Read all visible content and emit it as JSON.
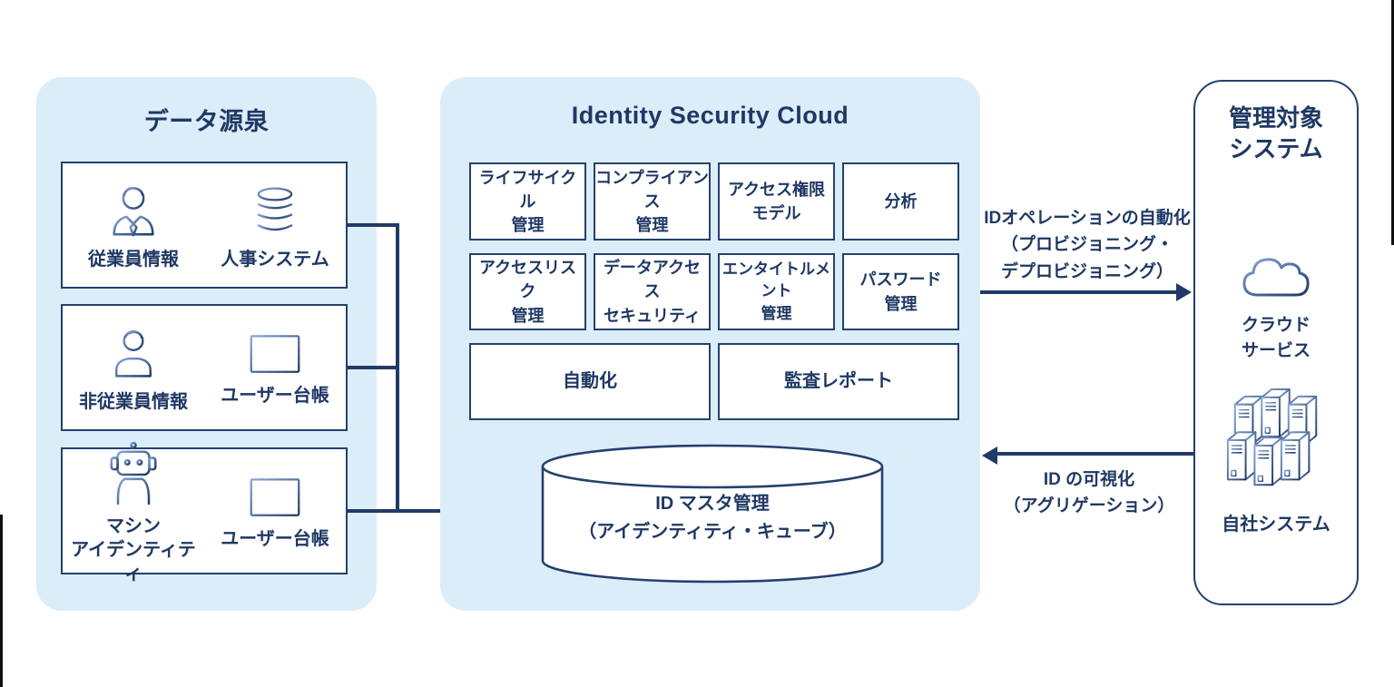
{
  "colors": {
    "panel_blue": "#dcedfa",
    "navy": "#1f3864",
    "line_navy": "#223a67",
    "box_bg": "#ffffff"
  },
  "left_panel": {
    "title": "データ源泉",
    "boxes": [
      {
        "items": [
          {
            "icon": "employee-icon",
            "lines": [
              "従業員情報"
            ]
          },
          {
            "icon": "database-icon",
            "lines": [
              "人事システム"
            ]
          }
        ]
      },
      {
        "items": [
          {
            "icon": "person-icon",
            "lines": [
              "非従業員情報"
            ]
          },
          {
            "icon": "spreadsheet-icon",
            "lines": [
              "ユーザー台帳"
            ]
          }
        ]
      },
      {
        "items": [
          {
            "icon": "robot-icon",
            "lines": [
              "マシン",
              "アイデンティティ"
            ]
          },
          {
            "icon": "spreadsheet-icon",
            "lines": [
              "ユーザー台帳"
            ]
          }
        ]
      }
    ]
  },
  "cloud_panel": {
    "title": "Identity Security Cloud",
    "grid_row1": [
      {
        "lines": [
          "ライフサイクル",
          "管理"
        ]
      },
      {
        "lines": [
          "コンプライアンス",
          "管理"
        ]
      },
      {
        "lines": [
          "アクセス権限",
          "モデル"
        ]
      },
      {
        "lines": [
          "分析"
        ]
      }
    ],
    "grid_row2": [
      {
        "lines": [
          "アクセスリスク",
          "管理"
        ]
      },
      {
        "lines": [
          "データアクセス",
          "セキュリティ"
        ]
      },
      {
        "lines": [
          "エンタイトルメント",
          "管理"
        ]
      },
      {
        "lines": [
          "パスワード",
          "管理"
        ]
      }
    ],
    "grid_row3": [
      {
        "lines": [
          "自動化"
        ]
      },
      {
        "lines": [
          "監査レポート"
        ]
      }
    ],
    "cylinder": {
      "lines": [
        "ID マスタ管理",
        "（アイデンティティ・キューブ）"
      ]
    }
  },
  "flows": {
    "top": {
      "direction": "right",
      "lines": [
        "IDオペレーションの自動化",
        "（プロビジョニング・",
        "デプロビジョニング）"
      ]
    },
    "bottom": {
      "direction": "left",
      "lines": [
        "ID の可視化",
        "（アグリゲーション）"
      ]
    }
  },
  "right_panel": {
    "title_lines": [
      "管理対象",
      "システム"
    ],
    "items": [
      {
        "icon": "cloud-icon",
        "lines": [
          "クラウド",
          "サービス"
        ]
      },
      {
        "icon": "servers-icon",
        "lines": [
          "自社システム"
        ]
      }
    ]
  }
}
